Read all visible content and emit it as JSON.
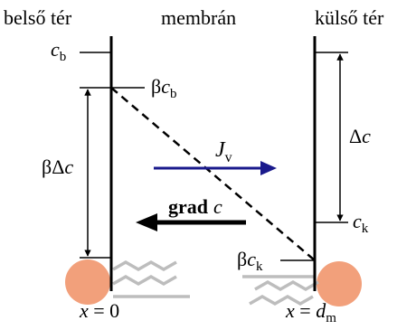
{
  "regions": {
    "inner": "belső tér",
    "membrane": "membrán",
    "outer": "külső tér"
  },
  "labels": {
    "c_b": {
      "base": "c",
      "sub": "b"
    },
    "beta_c_b": {
      "pre": "β",
      "base": "c",
      "sub": "b"
    },
    "beta_delta_c": {
      "pre": "βΔ",
      "base": "c"
    },
    "delta_c": {
      "pre": "Δ",
      "base": "c"
    },
    "c_k": {
      "base": "c",
      "sub": "k"
    },
    "beta_c_k": {
      "pre": "β",
      "base": "c",
      "sub": "k"
    },
    "J_v": {
      "base": "J",
      "sub": "v"
    },
    "grad_c": {
      "bold": "grad",
      "base": "c"
    },
    "x_left": {
      "var": "x",
      "rest": " = 0"
    },
    "x_right": {
      "var": "x",
      "rest": " = ",
      "d": "d",
      "dsub": "m"
    }
  },
  "colors": {
    "flux_arrow": "#1a1a8c",
    "grad_arrow": "#000000",
    "particle": "#f2a07b",
    "wave": "#bdbdbd",
    "line": "#000000"
  }
}
